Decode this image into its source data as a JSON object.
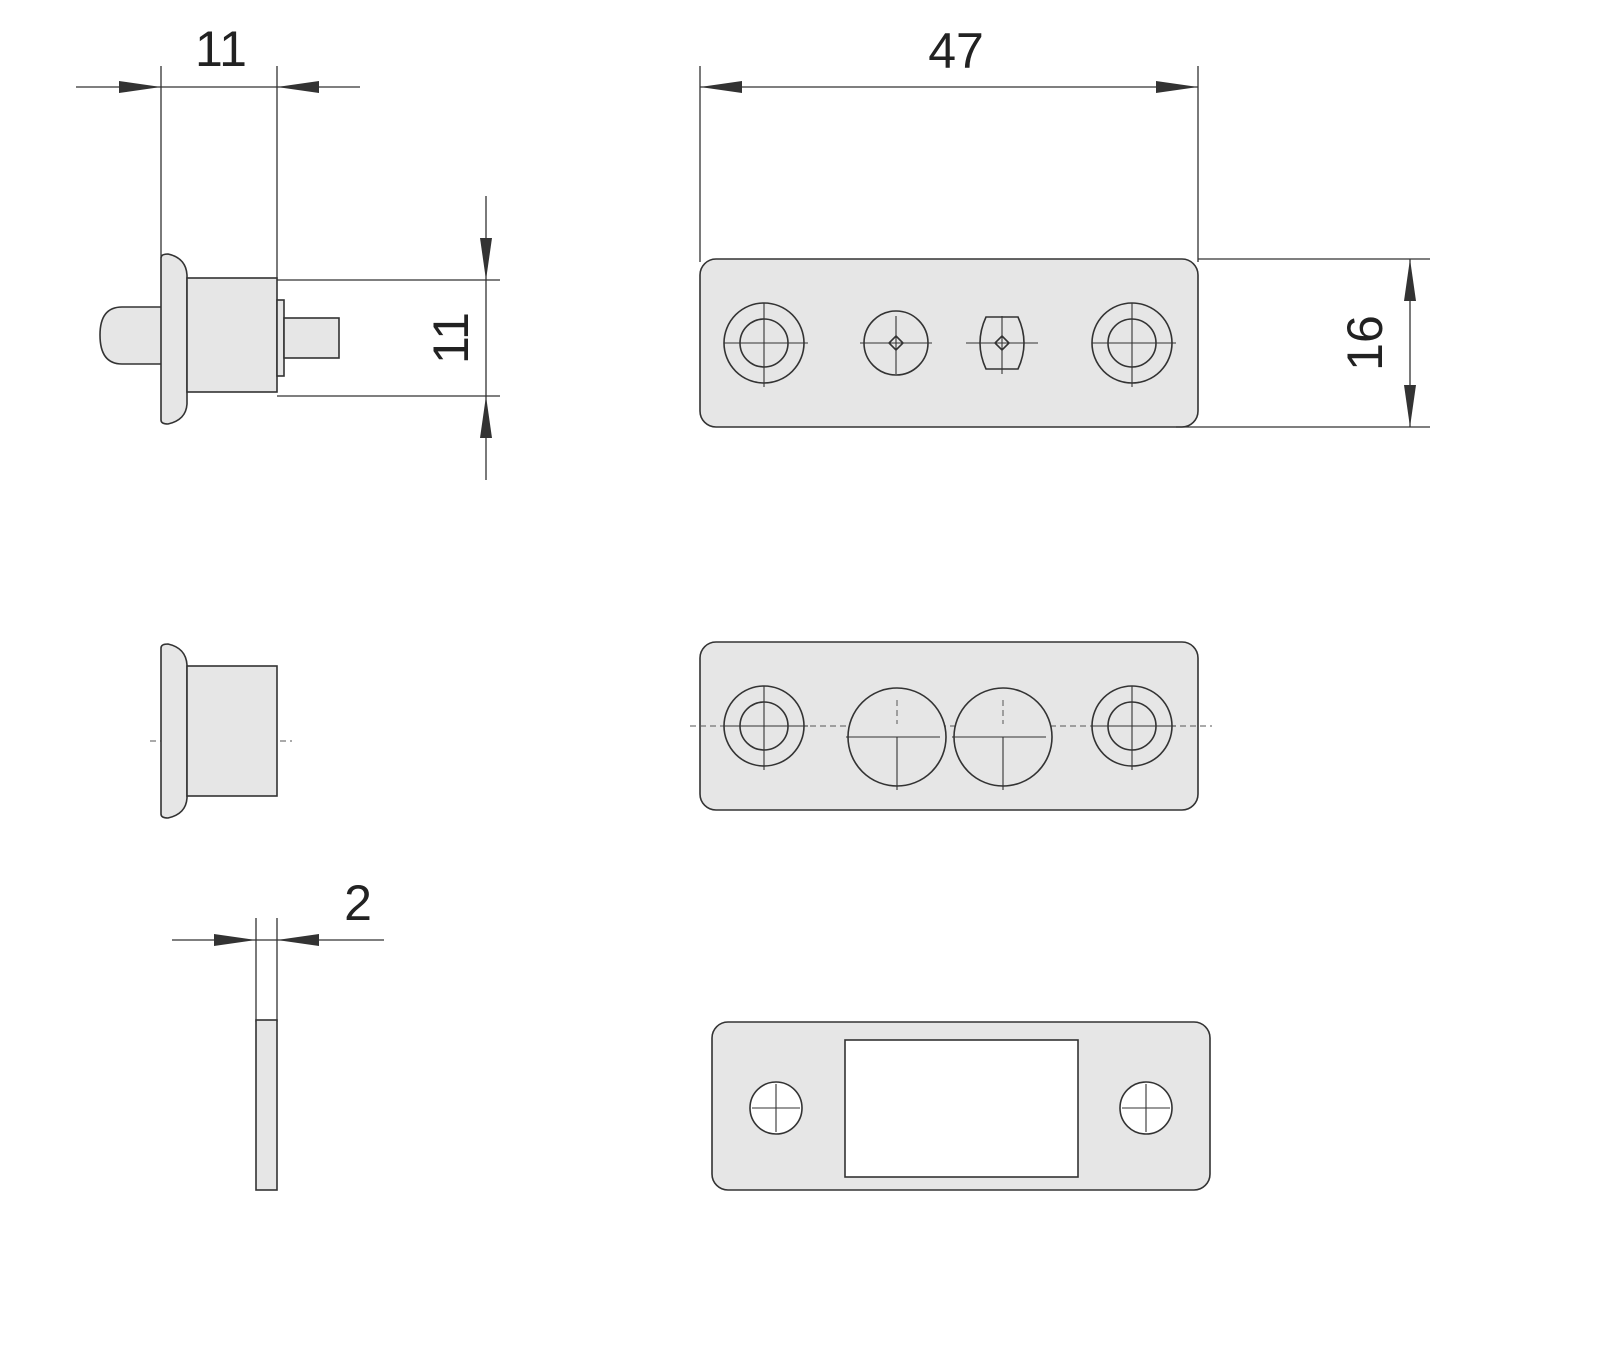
{
  "dimensions": {
    "top_view_width": "11",
    "top_view_height": "11",
    "plate_length": "47",
    "plate_height": "16",
    "strike_thickness": "2"
  },
  "colors": {
    "part_fill": "#e6e6e6",
    "line": "#333333",
    "background": "#ffffff"
  }
}
